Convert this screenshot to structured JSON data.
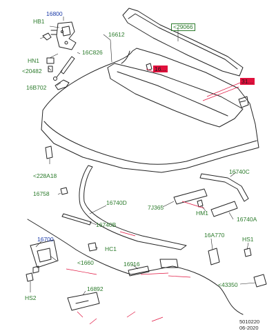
{
  "labels": {
    "l16800": "16800",
    "lHB1": "HB1",
    "l16612": "16612",
    "l29066": "<29066",
    "lHN1": "HN1",
    "l16C826": "16C826",
    "l20482": "<20482",
    "l16B702": "16B702",
    "lRedMid": "16...",
    "lRedRight": "31...",
    "l228A18": "<228A18",
    "l16740C": "16740C",
    "l16758": "16758",
    "l16740D": "16740D",
    "l7J365": "7J365",
    "lHM1": "HM1",
    "l16740A": "16740A",
    "l16740B": "16740B",
    "l16700": "16700",
    "lHC1": "HC1",
    "l16A770": "16A770",
    "lHS1": "HS1",
    "l1660": "<1660",
    "l16916": "16916",
    "l43350": "<43350",
    "lHS2": "HS2",
    "l16892": "16892"
  },
  "code_line1": "5010220",
  "code_line2": "06-2020",
  "colors": {
    "green_label": "#2a7a2a",
    "blue_label": "#1a3aa8",
    "red_highlight": "#e0103c",
    "leader": "#e0103c"
  }
}
